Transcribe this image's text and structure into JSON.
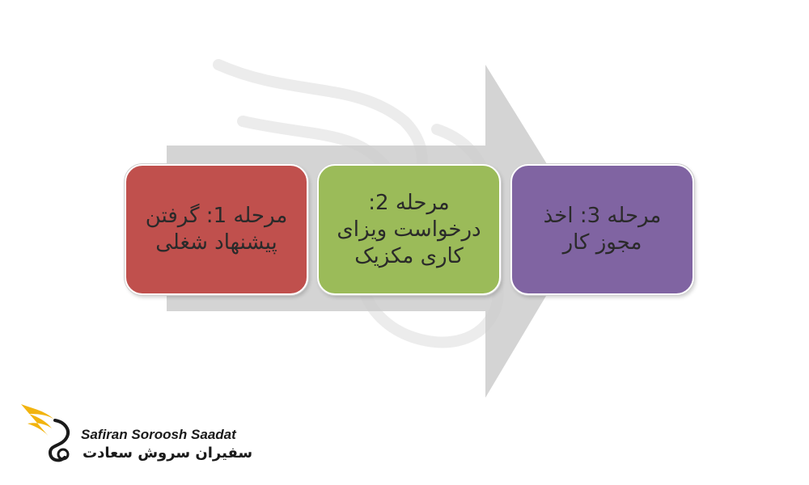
{
  "steps": [
    {
      "label": "مرحله 1: گرفتن پیشنهاد شغلی",
      "color": "#c0504d"
    },
    {
      "label": "مرحله 2: درخواست ویزای کاری مکزیک",
      "color": "#9bbb59"
    },
    {
      "label": "مرحله 3: اخذ مجوز کار",
      "color": "#8064a2"
    }
  ],
  "arrow_color": "#cccccc",
  "logo": {
    "name_en": "Safiran Soroosh Saadat",
    "name_fa": "سفیران سروش سعادت",
    "accent_color": "#f2b40f"
  }
}
